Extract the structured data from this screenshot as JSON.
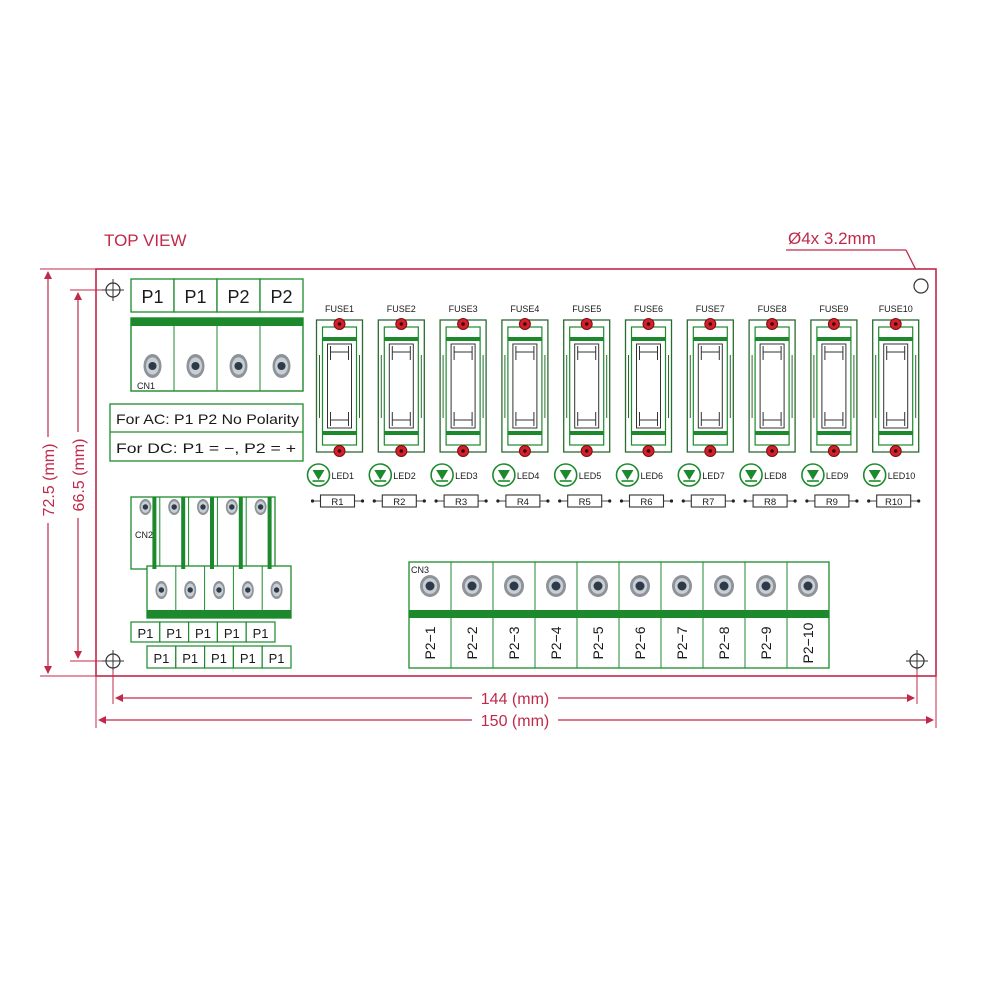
{
  "header": {
    "view_label": "TOP VIEW",
    "hole_label": "Ø4x  3.2mm"
  },
  "dimensions": {
    "height_outer": "72.5 (mm)",
    "height_inner": "66.5 (mm)",
    "width_inner": "144 (mm)",
    "width_outer": "150 (mm)"
  },
  "cn1": {
    "label": "CN1",
    "pins": [
      "P1",
      "P1",
      "P2",
      "P2"
    ]
  },
  "notes": {
    "ac": "For AC: P1 P2 No Polarity",
    "dc": "For DC: P1 = −, P2 = +"
  },
  "cn2": {
    "label": "CN2",
    "pins_upper": [
      "P1",
      "P1",
      "P1",
      "P1",
      "P1"
    ],
    "pins_lower": [
      "P1",
      "P1",
      "P1",
      "P1",
      "P1"
    ]
  },
  "fuses": [
    "FUSE1",
    "FUSE2",
    "FUSE3",
    "FUSE4",
    "FUSE5",
    "FUSE6",
    "FUSE7",
    "FUSE8",
    "FUSE9",
    "FUSE10"
  ],
  "leds": [
    "LED1",
    "LED2",
    "LED3",
    "LED4",
    "LED5",
    "LED6",
    "LED7",
    "LED8",
    "LED9",
    "LED10"
  ],
  "resistors": [
    "R1",
    "R2",
    "R3",
    "R4",
    "R5",
    "R6",
    "R7",
    "R8",
    "R9",
    "R10"
  ],
  "cn3": {
    "label": "CN3",
    "pins": [
      "P2−1",
      "P2−2",
      "P2−3",
      "P2−4",
      "P2−5",
      "P2−6",
      "P2−7",
      "P2−8",
      "P2−9",
      "P2−10"
    ]
  },
  "colors": {
    "outline": "#c0294a",
    "pcb_green": "#1c8a2c",
    "pad_red": "#d4202a",
    "screw_grey": "#8d9399"
  }
}
